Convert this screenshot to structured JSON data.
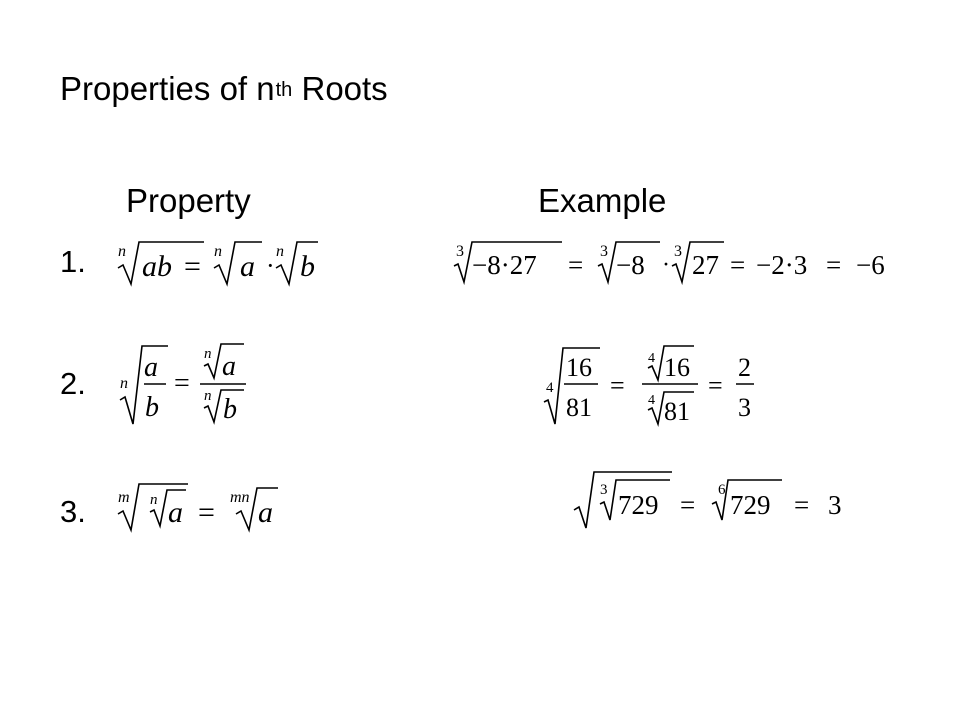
{
  "title": {
    "text": "Properties of n",
    "sup": "th",
    "suffix": " Roots"
  },
  "headers": {
    "property": "Property",
    "example": "Example"
  },
  "items": [
    {
      "number": "1.",
      "property": {
        "index": "n",
        "radicand": "ab",
        "eq": "=",
        "rhs_a": "a",
        "dot": "·",
        "rhs_b": "b"
      },
      "example": {
        "index": "3",
        "radicand": "−8·27",
        "eq1": "=",
        "r1": "−8",
        "dot": "·",
        "r2": "27",
        "eq2": "=",
        "mid": "−2·3",
        "eq3": "=",
        "result": "−6"
      }
    },
    {
      "number": "2.",
      "property": {
        "index": "n",
        "num": "a",
        "den": "b",
        "eq": "="
      },
      "example": {
        "index": "4",
        "num": "16",
        "den": "81",
        "eq1": "=",
        "eq2": "=",
        "res_num": "2",
        "res_den": "3"
      }
    },
    {
      "number": "3.",
      "property": {
        "outer_index": "m",
        "inner_index": "n",
        "radicand": "a",
        "eq": "=",
        "rhs_index": "mn",
        "rhs_radicand": "a"
      },
      "example": {
        "inner_index": "3",
        "radicand": "729",
        "eq1": "=",
        "rhs_index": "6",
        "rhs_radicand": "729",
        "eq2": "=",
        "result": "3"
      }
    }
  ]
}
